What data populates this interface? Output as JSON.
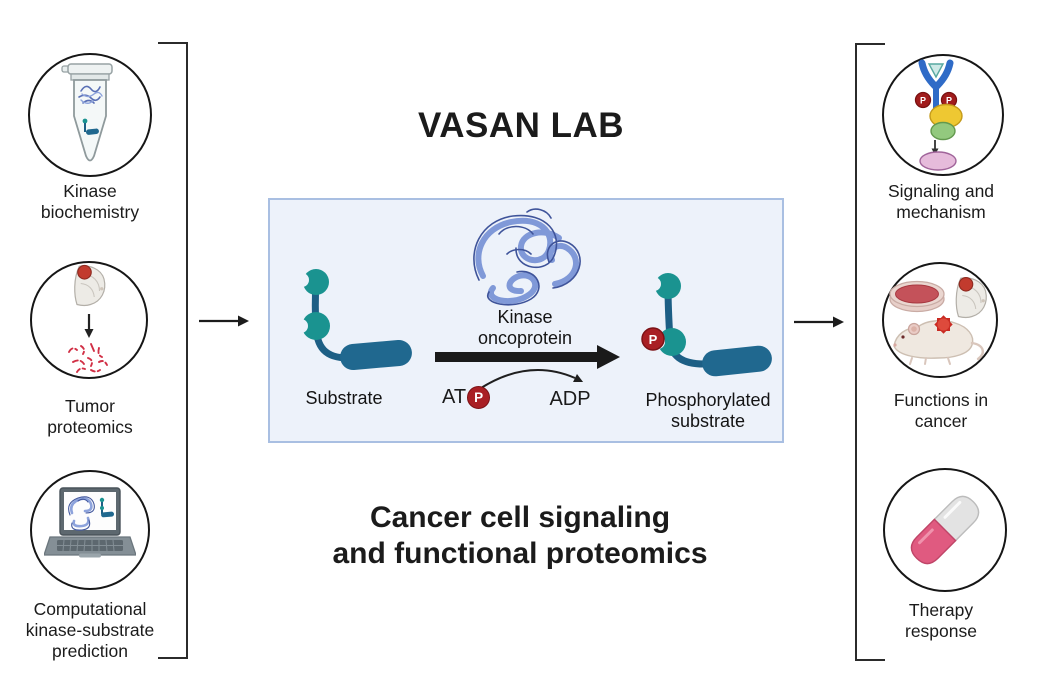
{
  "title": "VASAN LAB",
  "subtitle": "Cancer cell signaling\nand functional proteomics",
  "left_column": {
    "items": [
      {
        "label": "Kinase\nbiochemistry",
        "icon": "microcentrifuge-tube-with-kinase"
      },
      {
        "label": "Tumor\nproteomics",
        "icon": "breast-tumor-to-peptides"
      },
      {
        "label": "Computational\nkinase-substrate\nprediction",
        "icon": "laptop-protein-structure"
      }
    ]
  },
  "right_column": {
    "items": [
      {
        "label": "Signaling and\nmechanism",
        "icon": "receptor-signaling-cascade"
      },
      {
        "label": "Functions in\ncancer",
        "icon": "petri-dish-breast-mouse"
      },
      {
        "label": "Therapy\nresponse",
        "icon": "capsule-pill"
      }
    ]
  },
  "reaction_panel": {
    "substrate_label": "Substrate",
    "enzyme_label": "Kinase\noncoprotein",
    "atp_prefix": "AT",
    "phosphate_symbol": "P",
    "adp_label": "ADP",
    "product_label": "Phosphorylated\nsubstrate"
  },
  "colors": {
    "panel_bg": "#edf2fa",
    "panel_border": "#a9bfe2",
    "teal": "#1a9390",
    "deep_blue": "#20688f",
    "stem_blue": "#1d5f85",
    "protein_ribbon_blue": "#8099d8",
    "protein_coil_navy": "#3f549a",
    "phosphate_red": "#a91f24",
    "tumor_red": "#c0392b",
    "peptide_red": "#d12f45",
    "pill_pink": "#e05a80",
    "ink": "#1b1b1b"
  }
}
